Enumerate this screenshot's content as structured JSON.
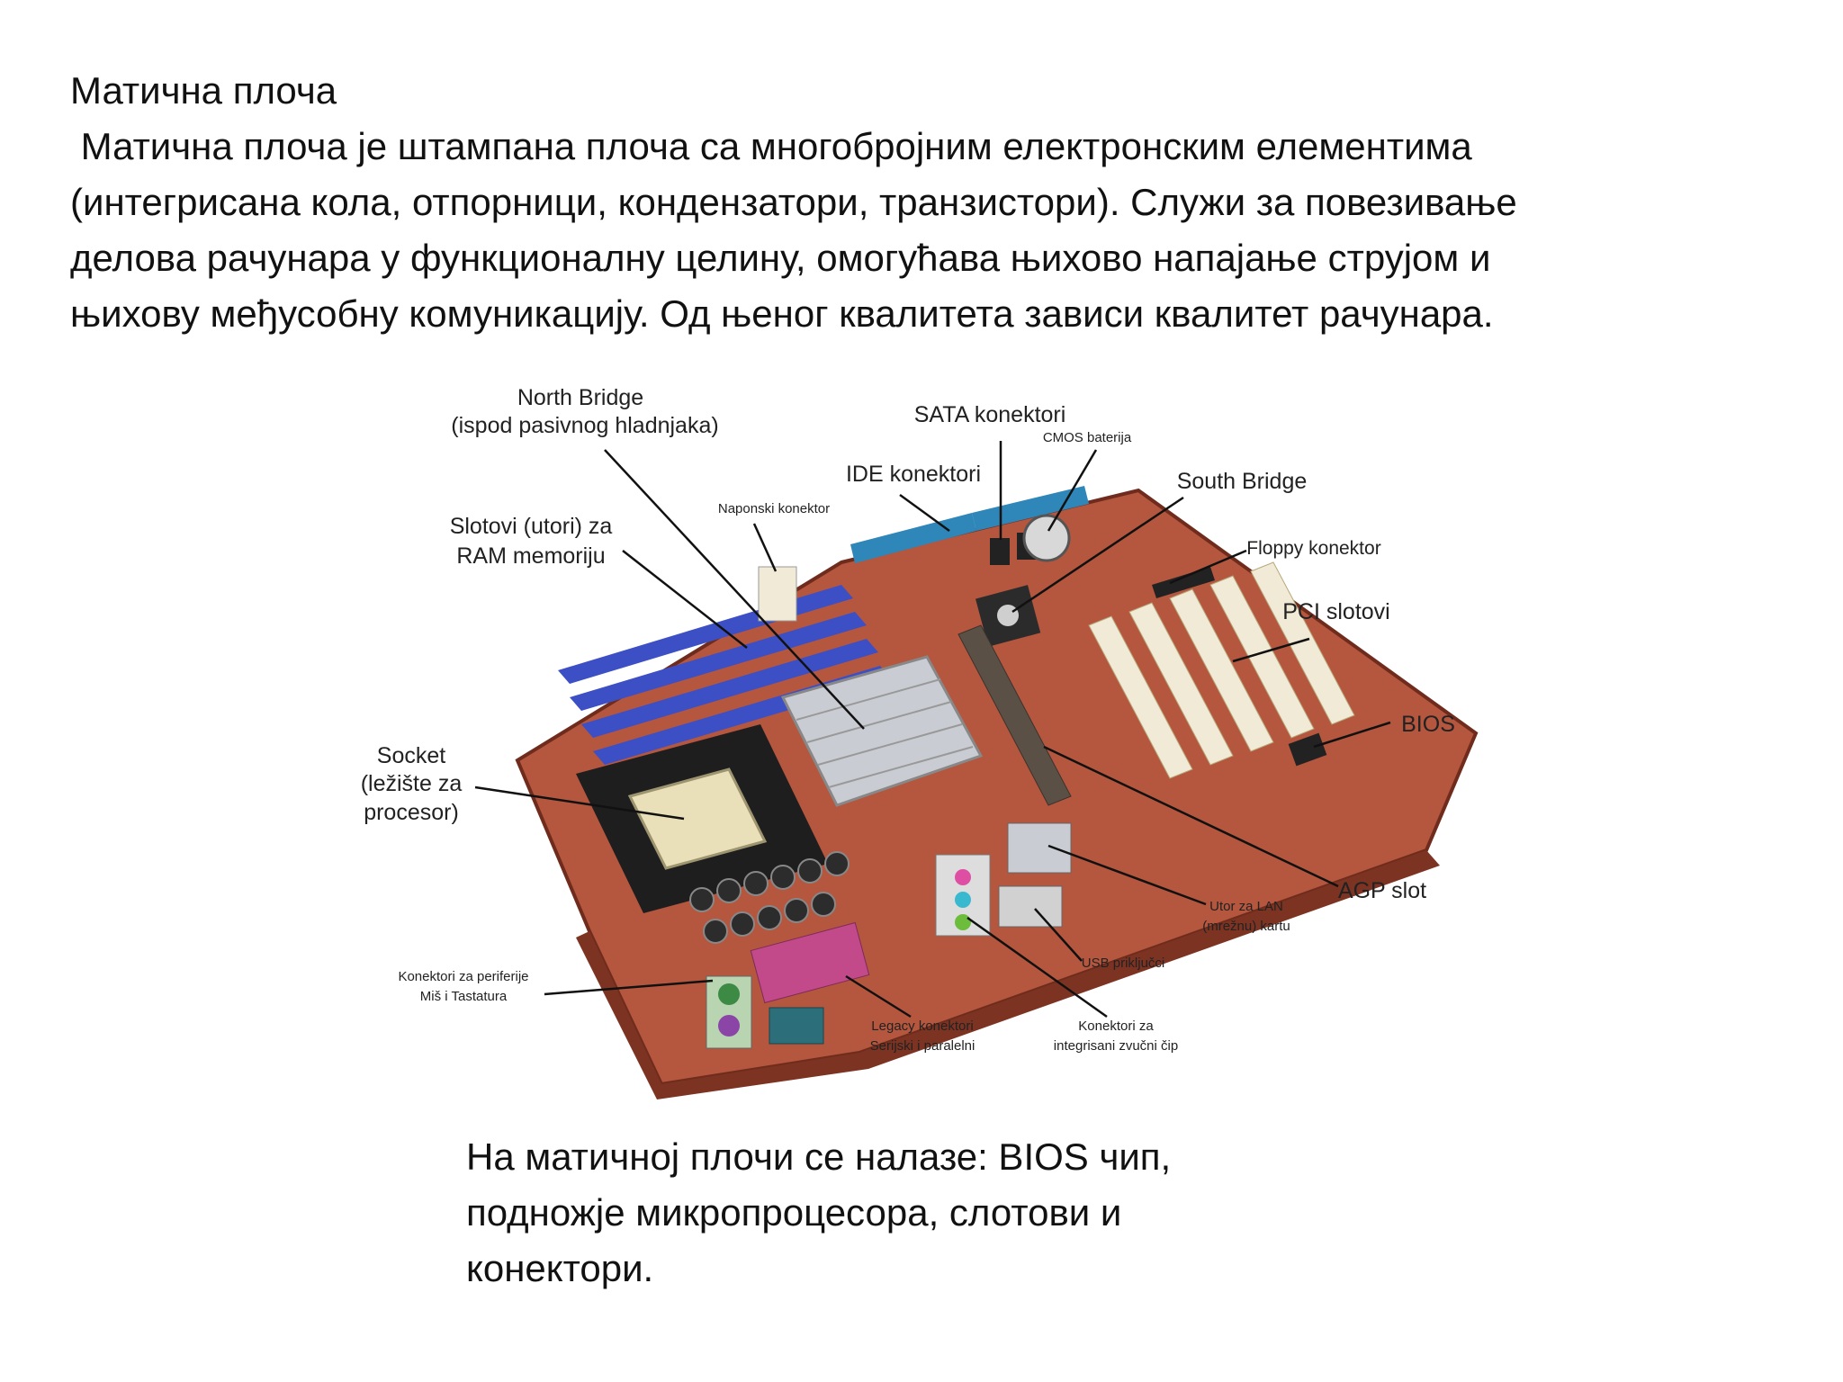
{
  "slide": {
    "title": "Матична плоча",
    "intro_lines": [
      " Матична плоча је штампана плоча са многобројним електронским елементима",
      "(интегрисана кола, отпорници, кондензатори, транзистори). Служи за повезивање",
      "делова рачунара у функционалну целину, омогућава њихово напајање струјом и",
      "њихову међусобну комуникацију. Од њеног квалитета зависи квалитет рачунара."
    ],
    "footer_lines": [
      "На матичној плочи се налазе: BIOS чип,",
      "подножје микропроцесора, слотови и",
      "конектори."
    ]
  },
  "labels": {
    "north_bridge": [
      "North Bridge",
      "(ispod pasivnog hladnjaka)"
    ],
    "sata": "SATA konektori",
    "cmos": "CMOS baterija",
    "ide": "IDE konektori",
    "naponski": "Naponski konektor",
    "south_bridge": "South Bridge",
    "ram_slots": [
      "Slotovi (utori) za",
      "RAM memoriju"
    ],
    "floppy": "Floppy konektor",
    "pci": "PCI slotovi",
    "bios": "BIOS",
    "socket": [
      "Socket",
      "(ležište za",
      "procesor)"
    ],
    "agp": "AGP slot",
    "lan": [
      "Utor za LAN",
      "(mrežnu) kartu"
    ],
    "usb": "USB priključci",
    "periferije": [
      "Konektori za periferije",
      "Miš i Tastatura"
    ],
    "legacy": [
      "Legacy konektori",
      "Serijski i paralelni"
    ],
    "audio": [
      "Konektori za",
      "integrisani zvučni čip"
    ]
  },
  "colors": {
    "board": "#b5563e",
    "ram_slot": "#3d4fc4",
    "ide_slot": "#2f86b8",
    "pci_slot": "#f1ead6",
    "heatsink": "#c9ccd2",
    "socket": "#e9dfb8",
    "parallel_port": "#c24a8a",
    "serial_port": "#2c6f7a",
    "lead_line": "#111111"
  }
}
